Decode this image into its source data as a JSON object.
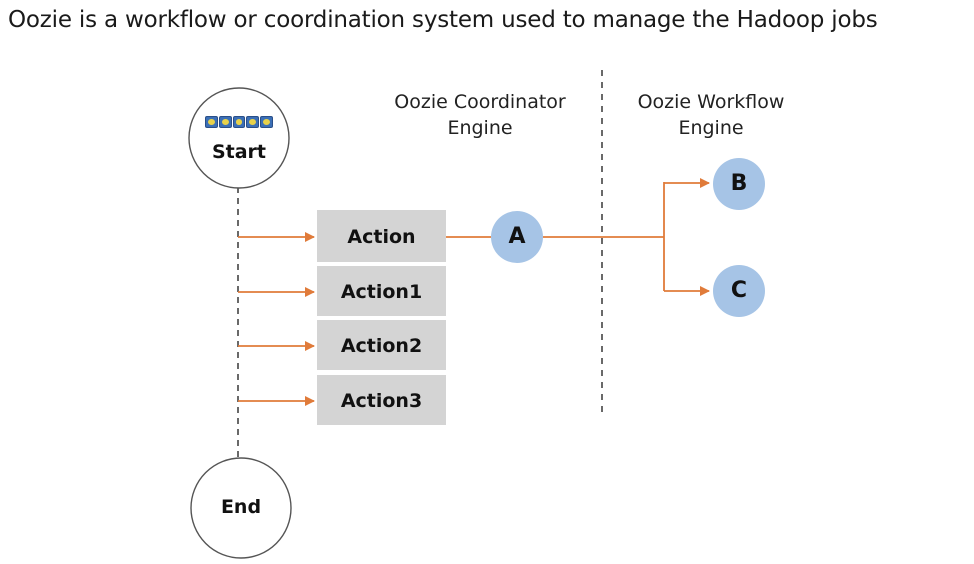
{
  "title": "Oozie is a workflow or coordination system used to manage the Hadoop jobs",
  "coordinator_engine": {
    "line1": "Oozie Coordinator",
    "line2": "Engine"
  },
  "workflow_engine": {
    "line1": "Oozie Workflow",
    "line2": "Engine"
  },
  "start_node": {
    "label": "Start",
    "logo_icon": "oozie-logo-icon"
  },
  "end_node": {
    "label": "End"
  },
  "actions": [
    {
      "label": "Action"
    },
    {
      "label": "Action1"
    },
    {
      "label": "Action2"
    },
    {
      "label": "Action3"
    }
  ],
  "nodes": {
    "a": "A",
    "b": "B",
    "c": "C"
  },
  "colors": {
    "arrow": "#e07b3a",
    "action_box": "#d4d4d4",
    "circle_fill": "#a6c4e6",
    "node_border": "#555555",
    "divider": "#444444"
  }
}
